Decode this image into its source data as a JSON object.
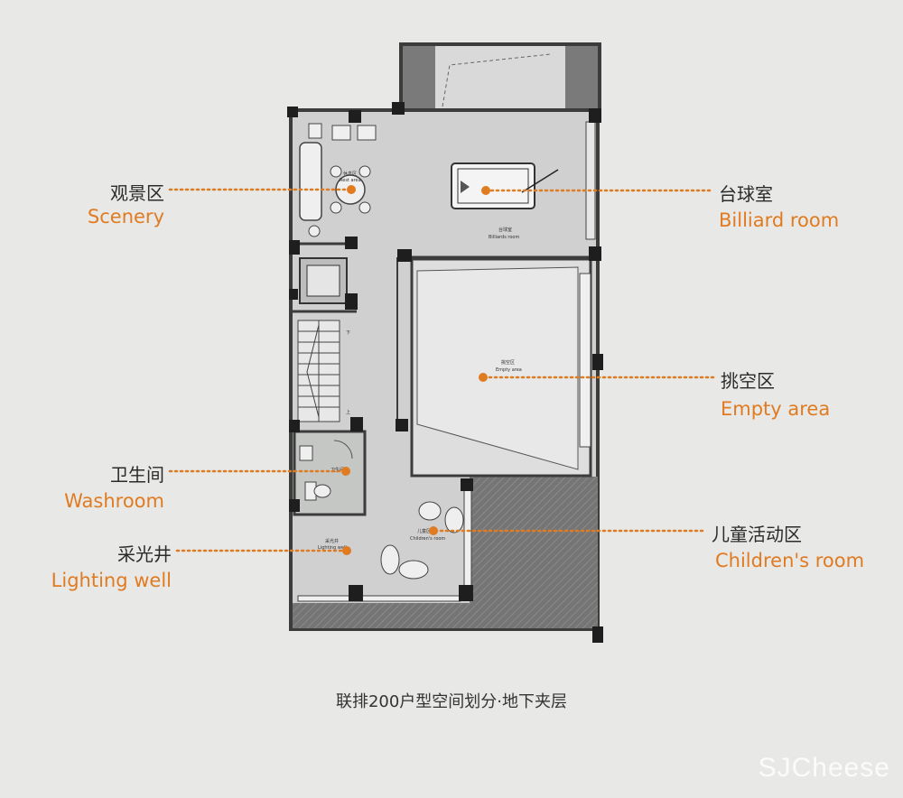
{
  "colors": {
    "accent": "#e07b22",
    "wall": "#3c3c3c",
    "floor": "#cfcfcf",
    "background": "#e8e8e6",
    "hatch": "#6b6b6b"
  },
  "labels": {
    "scenery": {
      "cn": "观景区",
      "en": "Scenery"
    },
    "billiard": {
      "cn": "台球室",
      "en": "Billiard room"
    },
    "empty": {
      "cn": "挑空区",
      "en": "Empty area"
    },
    "washroom": {
      "cn": "卫生间",
      "en": "Washroom"
    },
    "children": {
      "cn": "儿童活动区",
      "en": "Children's room"
    },
    "lighting": {
      "cn": "采光井",
      "en": "Lighting well"
    }
  },
  "plan_text": {
    "billiard_cn": "台球室",
    "billiard_en": "Billiards room",
    "empty_cn": "挑空区",
    "empty_en": "Empty area",
    "rest_cn": "休息区",
    "rest_en": "Rest area",
    "children_cn": "儿童区",
    "children_en": "Children's room",
    "wash_cn": "卫生间",
    "light_cn": "采光井",
    "light_en": "Lighting well",
    "stair_down": "下",
    "stair_up": "上"
  },
  "caption": "联排200户型空间划分·地下夹层",
  "watermark": "SJCheese"
}
